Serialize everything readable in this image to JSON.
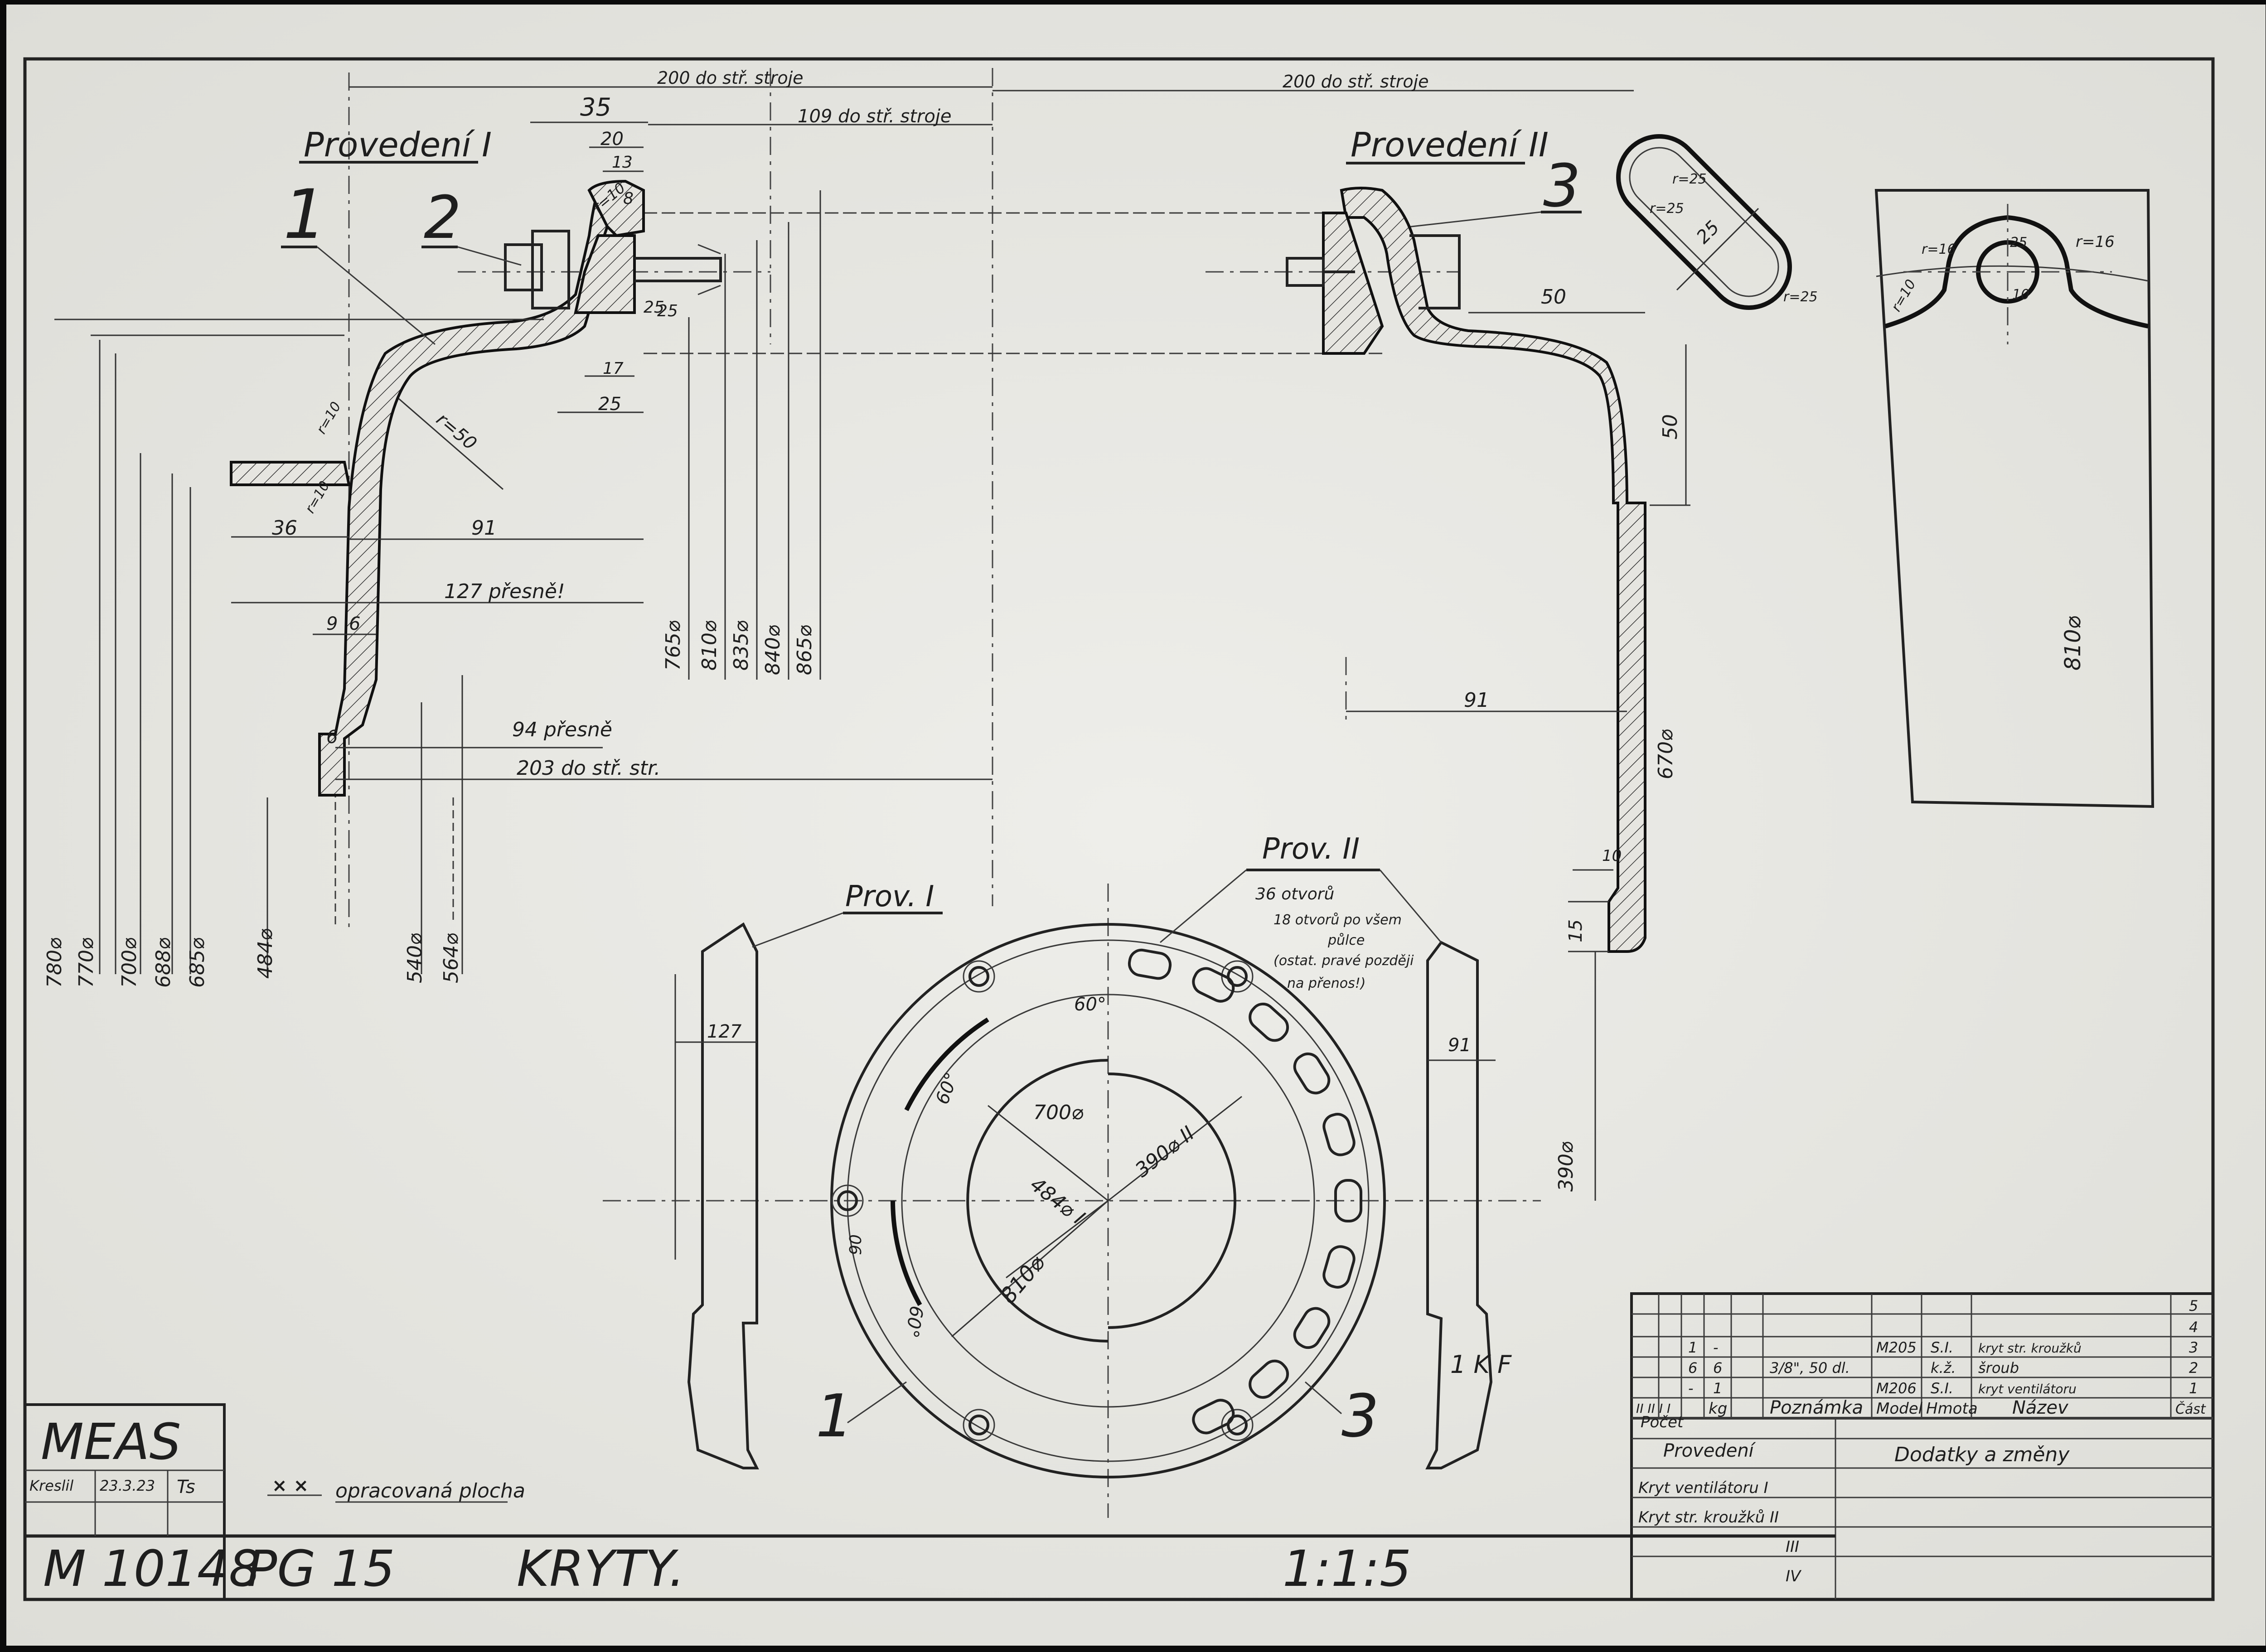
{
  "views": {
    "prov1_title": "Provedení I",
    "prov2_title": "Provedení II",
    "prov1_short": "Prov. I",
    "prov2_short": "Prov. II",
    "item1": "1",
    "item2": "2",
    "item3": "3"
  },
  "dims": {
    "d200a": "200 do stř. stroje",
    "d200b": "200 do stř. stroje",
    "d35": "35",
    "d109": "109 do stř. stroje",
    "d20": "20",
    "d13": "13",
    "d8": "8",
    "r10a": "r=10",
    "d25a": "25",
    "d25b": "25",
    "d17": "17",
    "d25c": "25",
    "r50": "r=50",
    "r10b": "r=10",
    "r10c": "r=10",
    "d36": "36",
    "d91a": "91",
    "d127p": "127 přesně!",
    "d9": "9",
    "d6a": "6",
    "d6b": "6",
    "d94": "94 přesně",
    "d203": "203 do stř. str.",
    "o765": "765⌀",
    "o810": "810⌀",
    "o835": "835⌀",
    "o840": "840⌀",
    "o865": "865⌀",
    "o780": "780⌀",
    "o770": "770⌀",
    "o700": "700⌀",
    "o688": "688⌀",
    "o685": "685⌀",
    "o484": "484⌀",
    "o540": "540⌀",
    "o564": "564⌀",
    "d50a": "50",
    "d50b": "50",
    "d91b": "91",
    "o670": "670⌀",
    "d10": "10",
    "d15": "15",
    "o390": "390⌀",
    "r25a": "r=25",
    "r25b": "r=25",
    "d25d": "25",
    "r25c": "r=25",
    "r16a": "r=16",
    "r16b": "r=16",
    "r10d": "r=10",
    "d25e": "25",
    "d10e": "10",
    "o810b": "810⌀",
    "d127": "127",
    "d91c": "91",
    "a60a": "60°",
    "a60b": "60°",
    "a60c": "60°",
    "o700b": "700⌀",
    "o484b": "484⌀ I",
    "o390b": "390⌀ II",
    "o810c": "810⌀",
    "d90": "90",
    "holes": "36 otvorů",
    "note1": "18 otvorů po všem",
    "note2": "půlce",
    "note3": "(ostat. pravé později",
    "note4": "na přenos!)"
  },
  "bom": {
    "part_no": [
      "5",
      "4",
      "3",
      "2",
      "1"
    ],
    "rows": [
      {
        "q2": "1",
        "q1": "-",
        "kg": "",
        "note": "",
        "model": "M205",
        "mat": "S.I.",
        "name": "kryt str. kroužků",
        "part": "3"
      },
      {
        "q2": "6",
        "q1": "6",
        "kg": "",
        "note": "3/8\", 50 dl.",
        "model": "",
        "mat": "k.ž.",
        "name": "šroub",
        "part": "2"
      },
      {
        "q2": "-",
        "q1": "1",
        "kg": "",
        "note": "",
        "model": "M206",
        "mat": "S.I.",
        "name": "kryt ventilátoru",
        "part": "1"
      }
    ],
    "hdr_roman": "II  II  I  I",
    "hdr_pocet": "Počet",
    "hdr_kg": "kg",
    "hdr_note": "Poznámka",
    "hdr_model": "Model",
    "hdr_mat": "Hmota",
    "hdr_name": "Název",
    "hdr_part": "Část",
    "hdr_provedeni": "Provedení",
    "hdr_changes": "Dodatky a změny",
    "prov_rows": [
      "Kryt ventilátoru  I",
      "Kryt str. kroužků  II",
      "III",
      "IV"
    ]
  },
  "title_block": {
    "company": "MEAS",
    "drawn_label": "Kreslil",
    "drawn_date": "23.3.23",
    "drawn_sign": "Ts",
    "drawing_no": "M 10148",
    "machine": "PG 15",
    "title": "KRYTY.",
    "scale": "1:1:5",
    "legend": "opracovaná plocha",
    "stamp": "1 K F"
  }
}
